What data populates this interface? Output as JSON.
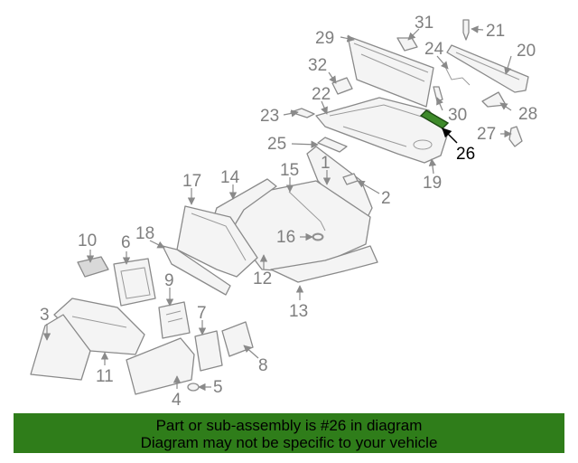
{
  "diagram": {
    "callouts": [
      "1",
      "2",
      "3",
      "4",
      "5",
      "6",
      "7",
      "8",
      "9",
      "10",
      "11",
      "12",
      "13",
      "14",
      "15",
      "16",
      "17",
      "18",
      "19",
      "20",
      "21",
      "22",
      "23",
      "24",
      "25",
      "26",
      "27",
      "28",
      "29",
      "30",
      "31",
      "32"
    ],
    "highlighted_part": "26"
  },
  "banner": {
    "line1": "Part or sub-assembly is #26 in diagram",
    "line2": "Diagram may not be specific to your vehicle"
  },
  "colors": {
    "highlight": "#3e8a2a",
    "banner": "#2f7d1a",
    "line": "#8a8a8a"
  }
}
